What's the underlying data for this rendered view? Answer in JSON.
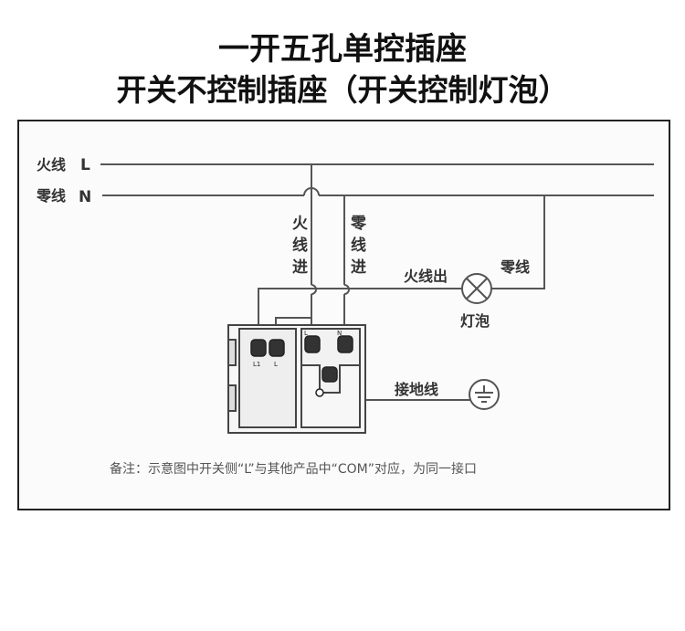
{
  "title_line1": "一开五孔单控插座",
  "title_line2": "开关不控制插座（开关控制灯泡）",
  "wires": {
    "live_label": "火线",
    "live_letter": "L",
    "neutral_label": "零线",
    "neutral_letter": "N",
    "live_in": "火线进",
    "neutral_in": "零线进",
    "live_out": "火线出",
    "lamp_neutral": "零线",
    "lamp": "灯泡",
    "ground": "接地线"
  },
  "terminals": {
    "switch_l1": "L1",
    "switch_l": "L",
    "socket_l": "L",
    "socket_n": "N"
  },
  "note": "备注：示意图中开关侧“L”与其他产品中“COM”对应，为同一接口"
}
